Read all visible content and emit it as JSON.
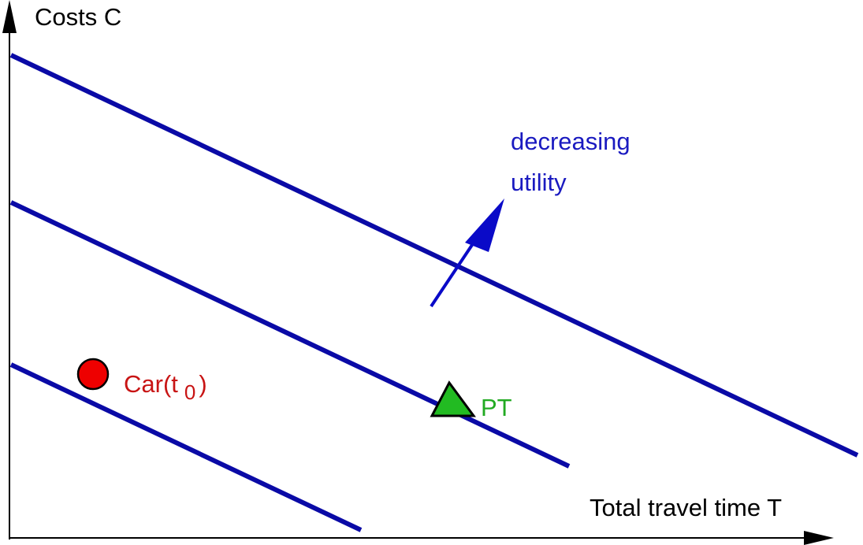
{
  "axes": {
    "y_label": "Costs C",
    "x_label": "Total travel time T"
  },
  "annotation": {
    "line1": "decreasing",
    "line2": "utility"
  },
  "points": {
    "car": {
      "label_main": "Car(t",
      "label_sub": "0",
      "label_close": ")"
    },
    "pt": {
      "label": "PT"
    }
  },
  "colors": {
    "indifference_lines": "#0a0aa6",
    "arrow": "#0a0ac8",
    "annotation_text": "#1a1ac0",
    "car_fill": "#ee0000",
    "car_text": "#c81414",
    "pt_fill": "#22bb22",
    "pt_text": "#22aa22",
    "axes": "#000000"
  }
}
